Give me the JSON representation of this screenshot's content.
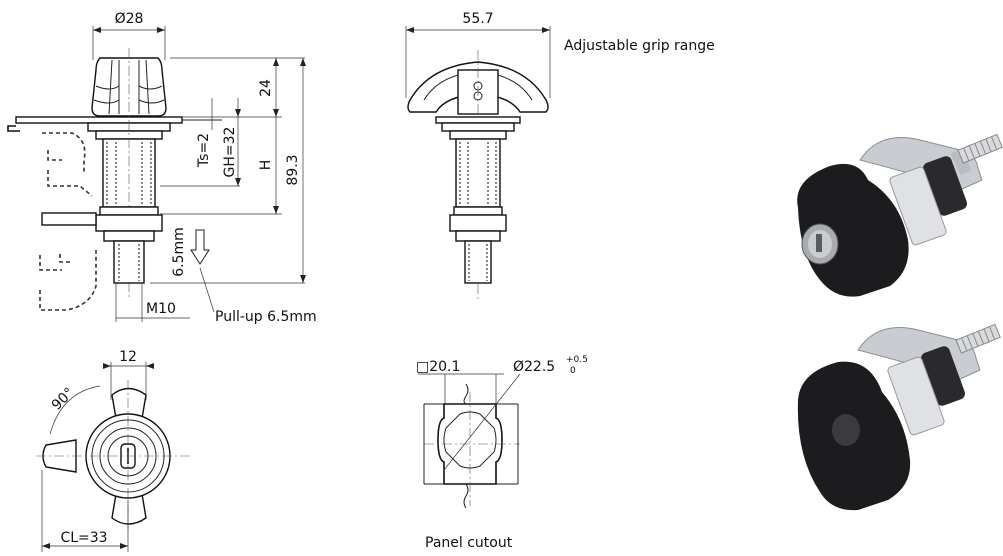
{
  "dimensions": {
    "dia_28": "Ø28",
    "h_24": "24",
    "ts": "Ts=2",
    "gh": "GH=32",
    "h": "H",
    "h_89_3": "89.3",
    "travel": "6.5mm",
    "thread": "M10",
    "width_55_7": "55.7",
    "width_12": "12",
    "angle": "90°",
    "cl": "CL=33",
    "square": "□20.1",
    "cutout_dia": "Ø22.5",
    "tol_upper": "+0.5",
    "tol_lower": "0"
  },
  "labels": {
    "pull_up": "Pull-up 6.5mm",
    "grip_range": "Adjustable grip range",
    "panel_cutout": "Panel cutout"
  },
  "colors": {
    "line": "#222222",
    "body": "#1c1c1e",
    "metal": "#c9ccd0"
  },
  "icons": [
    "arrow-down-icon"
  ]
}
